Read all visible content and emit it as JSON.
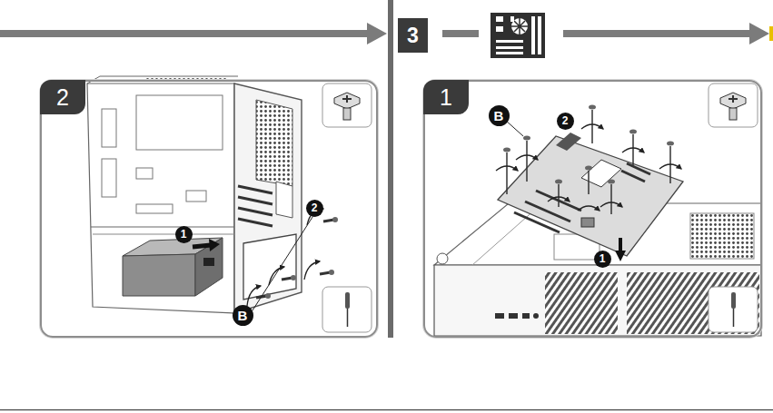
{
  "diagram": {
    "nodes": [
      {
        "text": [
          "3"
        ]
      },
      {
        "text": [
          "2"
        ]
      },
      {
        "text": [
          "1"
        ]
      }
    ],
    "labels": [
      "2",
      "1",
      "B",
      "B",
      "2",
      "1"
    ]
  }
}
